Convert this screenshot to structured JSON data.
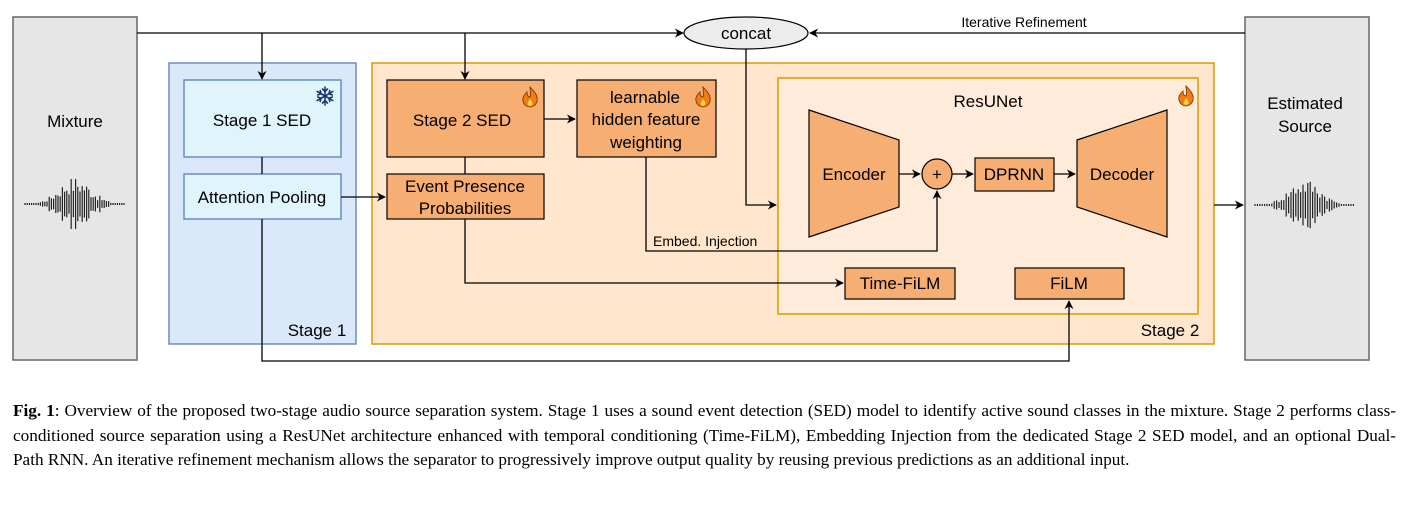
{
  "diagram": {
    "mixture_label": "Mixture",
    "stage1": {
      "label": "Stage 1",
      "sed_label": "Stage 1 SED",
      "pooling_label": "Attention Pooling"
    },
    "stage2": {
      "label": "Stage 2",
      "sed_label": "Stage 2 SED",
      "weighting_label": [
        "learnable",
        "hidden feature",
        "weighting"
      ],
      "event_presence_label": [
        "Event Presence",
        "Probabilities"
      ],
      "time_film_label": "Time-FiLM",
      "film_label": "FiLM",
      "embed_injection_label": "Embed. Injection"
    },
    "resunet": {
      "label": "ResUNet",
      "encoder_label": "Encoder",
      "sum_symbol": "+",
      "dprnn_label": "DPRNN",
      "decoder_label": "Decoder"
    },
    "concat_label": "concat",
    "iterative_refinement_label": "Iterative Refinement",
    "estimated_source_label": [
      "Estimated",
      "Source"
    ],
    "icons": {
      "frozen": "snowflake-icon",
      "trainable": "flame-icon"
    },
    "colors": {
      "gray_panel": "#e6e6e6",
      "stage1_bg": "#dae8fc",
      "stage1_border": "#6c8ebf",
      "stage1_box": "#e0f4fb",
      "stage2_bg": "#ffe6cc",
      "stage2_border": "#d79b00",
      "orange_box": "#f6ae73",
      "resunet_bg": "#ffebd9"
    }
  },
  "caption": {
    "fig_label": "Fig. 1",
    "text": ":  Overview of the proposed two-stage audio source separation system. Stage 1 uses a sound event detection (SED) model to identify active sound classes in the mixture. Stage 2 performs class-conditioned source separation using a ResUNet architecture enhanced with temporal conditioning (Time-FiLM), Embedding Injection from the dedicated Stage 2 SED model, and an optional Dual-Path RNN. An iterative refinement mechanism allows the separator to progressively improve output quality by reusing previous predictions as an additional input."
  }
}
